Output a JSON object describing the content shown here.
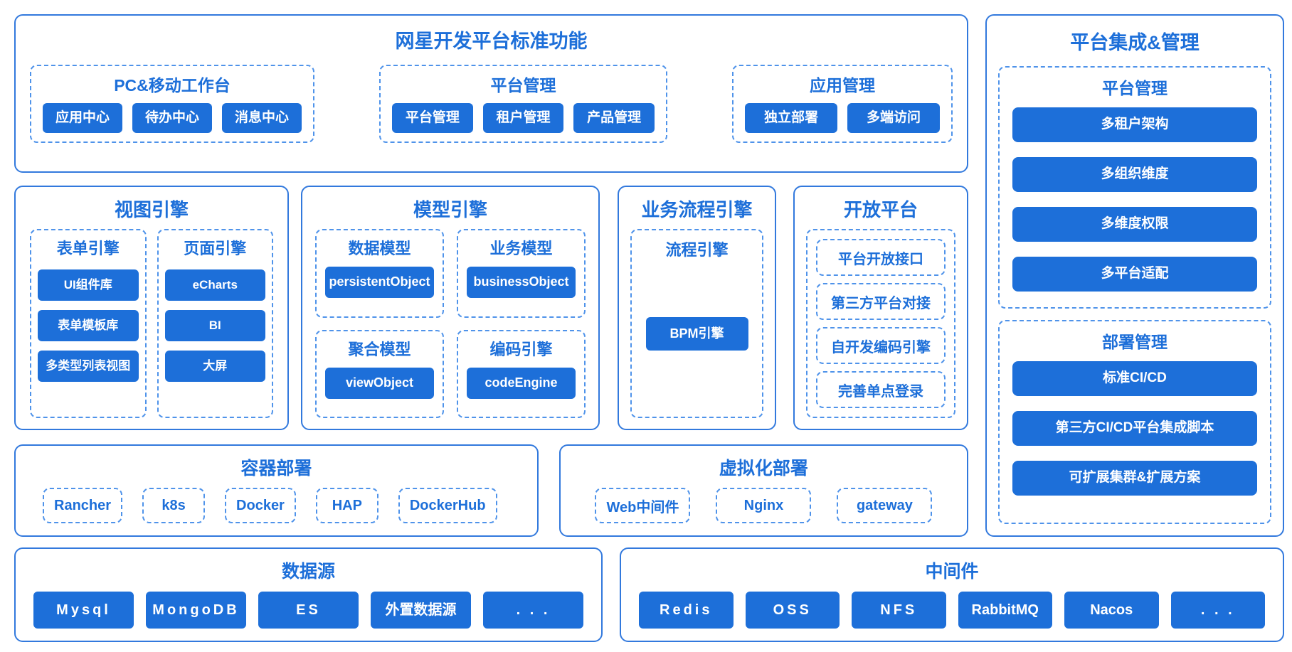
{
  "colors": {
    "primary_blue": "#1d6fd9",
    "solid_border_blue": "#3279dd",
    "dashed_border_blue": "#4f93ea",
    "button_text": "#ffffff",
    "background": "#ffffff"
  },
  "standard_functions": {
    "title": "网星开发平台标准功能",
    "groups": [
      {
        "title": "PC&移动工作台",
        "buttons": [
          "应用中心",
          "待办中心",
          "消息中心"
        ]
      },
      {
        "title": "平台管理",
        "buttons": [
          "平台管理",
          "租户管理",
          "产品管理"
        ]
      },
      {
        "title": "应用管理",
        "buttons": [
          "独立部署",
          "多端访问"
        ]
      }
    ]
  },
  "view_engine": {
    "title": "视图引擎",
    "groups": [
      {
        "title": "表单引擎",
        "buttons": [
          "UI组件库",
          "表单模板库",
          "多类型列表视图"
        ]
      },
      {
        "title": "页面引擎",
        "buttons": [
          "eCharts",
          "BI",
          "大屏"
        ]
      }
    ]
  },
  "model_engine": {
    "title": "模型引擎",
    "cells": [
      {
        "title": "数据模型",
        "button": "persistentObject"
      },
      {
        "title": "业务模型",
        "button": "businessObject"
      },
      {
        "title": "聚合模型",
        "button": "viewObject"
      },
      {
        "title": "编码引擎",
        "button": "codeEngine"
      }
    ]
  },
  "process_engine": {
    "title": "业务流程引擎",
    "group_title": "流程引擎",
    "button": "BPM引擎"
  },
  "open_platform": {
    "title": "开放平台",
    "items": [
      "平台开放接口",
      "第三方平台对接",
      "自开发编码引擎",
      "完善单点登录"
    ]
  },
  "container_deployment": {
    "title": "容器部署",
    "items": [
      "Rancher",
      "k8s",
      "Docker",
      "HAP",
      "DockerHub"
    ]
  },
  "virtualization_deployment": {
    "title": "虚拟化部署",
    "items": [
      "Web中间件",
      "Nginx",
      "gateway"
    ]
  },
  "data_sources": {
    "title": "数据源",
    "buttons": [
      "Mysql",
      "MongoDB",
      "ES",
      "外置数据源",
      ". . ."
    ]
  },
  "middleware": {
    "title": "中间件",
    "buttons": [
      "Redis",
      "OSS",
      "NFS",
      "RabbitMQ",
      "Nacos",
      ". . ."
    ]
  },
  "platform_integration": {
    "title": "平台集成&管理",
    "groups": [
      {
        "title": "平台管理",
        "buttons": [
          "多租户架构",
          "多组织维度",
          "多维度权限",
          "多平台适配"
        ]
      },
      {
        "title": "部署管理",
        "buttons": [
          "标准CI/CD",
          "第三方CI/CD平台集成脚本",
          "可扩展集群&扩展方案"
        ]
      }
    ]
  }
}
